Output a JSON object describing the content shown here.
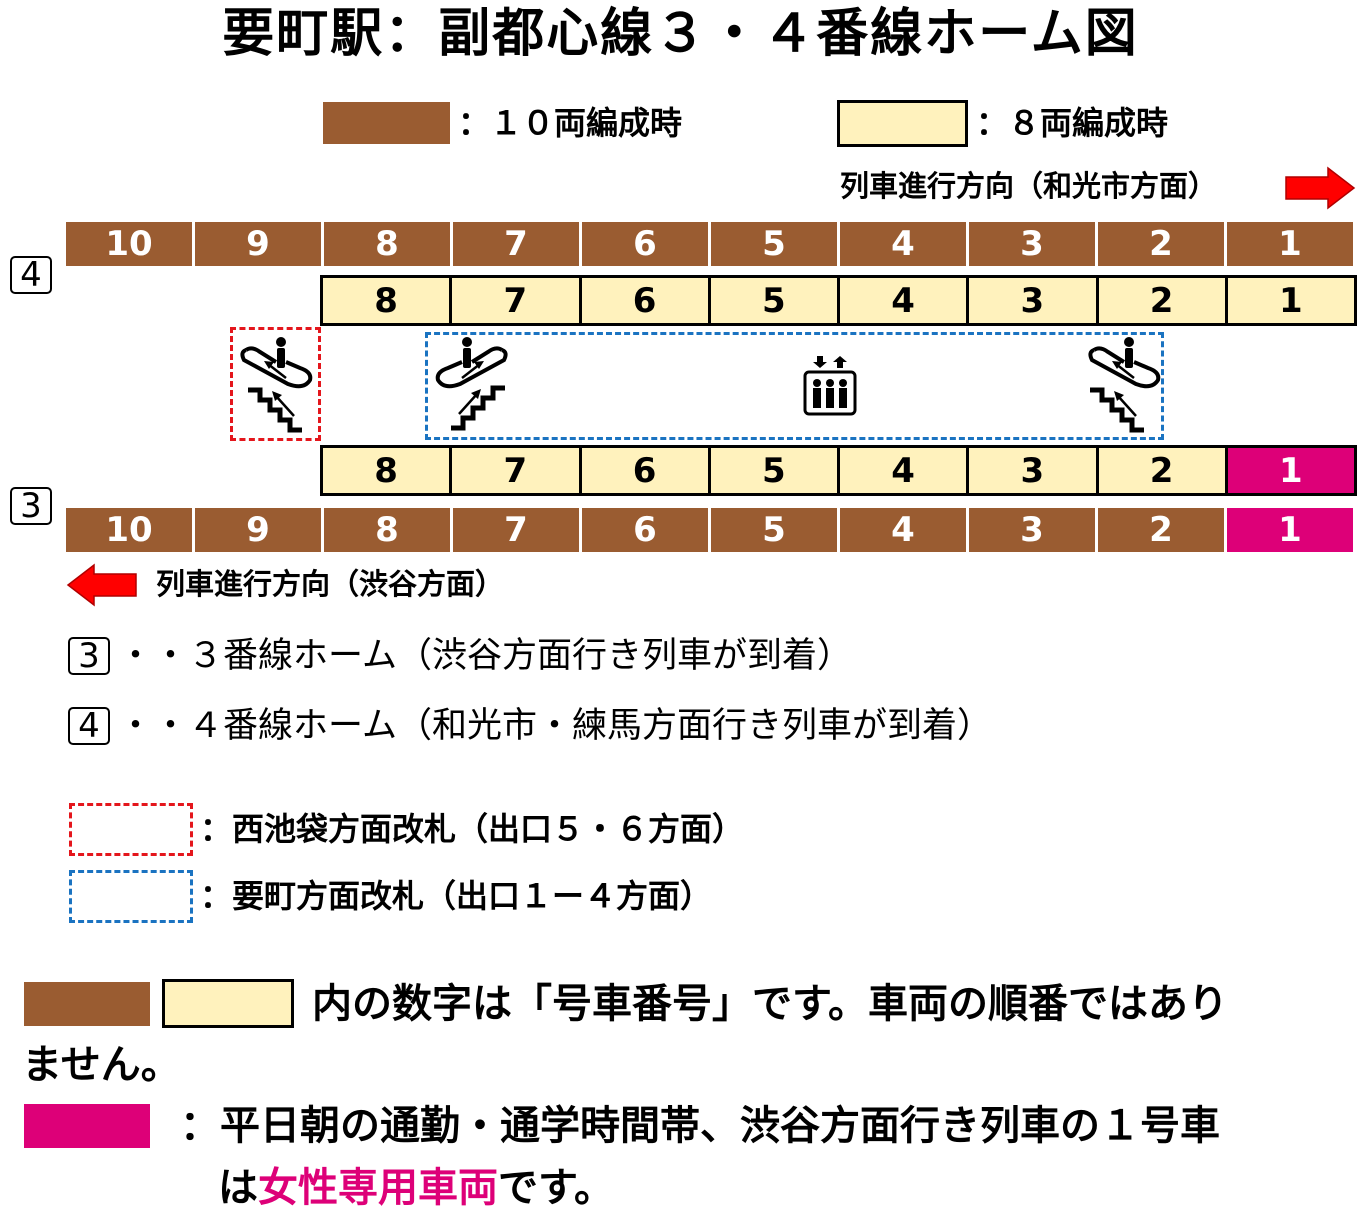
{
  "title": "要町駅：副都心線３・４番線ホーム図",
  "legend": {
    "ten_car": {
      "label": "：１０両編成時",
      "color": "#9a5c31"
    },
    "eight_car": {
      "label": "：８両編成時",
      "color": "#fff2bd"
    }
  },
  "direction_top": {
    "label": "列車進行方向（和光市方面）",
    "arrow": "right-arrow-icon",
    "color": "#ff0000"
  },
  "direction_bottom": {
    "label": "列車進行方向（渋谷方面）",
    "arrow": "left-arrow-icon",
    "color": "#ff0000"
  },
  "track4": {
    "label": "4",
    "ten_car_numbers": [
      "10",
      "9",
      "8",
      "7",
      "6",
      "5",
      "4",
      "3",
      "2",
      "1"
    ],
    "eight_car_numbers": [
      "8",
      "7",
      "6",
      "5",
      "4",
      "3",
      "2",
      "1"
    ]
  },
  "track3": {
    "label": "3",
    "eight_car_numbers": [
      "8",
      "7",
      "6",
      "5",
      "4",
      "3",
      "2",
      "1"
    ],
    "ten_car_numbers": [
      "10",
      "9",
      "8",
      "7",
      "6",
      "5",
      "4",
      "3",
      "2",
      "1"
    ],
    "women_only_car": "1",
    "women_color": "#dd0078"
  },
  "facilities": {
    "west_gate_icons": [
      "escalator-icon",
      "stairs-up-icon"
    ],
    "kanamecho_gate_icons": [
      "escalator-icon",
      "stairs-up-icon",
      "elevator-icon",
      "escalator-icon",
      "stairs-up-icon"
    ]
  },
  "track_notes": [
    {
      "track": "3",
      "text": "・・３番線ホーム（渋谷方面行き列車が到着）"
    },
    {
      "track": "4",
      "text": "・・４番線ホーム（和光市・練馬方面行き列車が到着）"
    }
  ],
  "gate_legend": [
    {
      "style": "red-dashed",
      "color": "#e4161c",
      "text": "：西池袋方面改札（出口５・６方面）"
    },
    {
      "style": "blue-dashed",
      "color": "#1a73c1",
      "text": "：要町方面改札（出口１ー４方面）"
    }
  ],
  "car_number_note": {
    "line1": "内の数字は「号車番号」です。車両の順番ではあり",
    "line2": "ません。"
  },
  "women_note": {
    "line1": "：平日朝の通勤・通学時間帯、渋谷方面行き列車の１号車",
    "line2_prefix": "は",
    "line2_highlight": "女性専用車両",
    "line2_suffix": "です。"
  }
}
